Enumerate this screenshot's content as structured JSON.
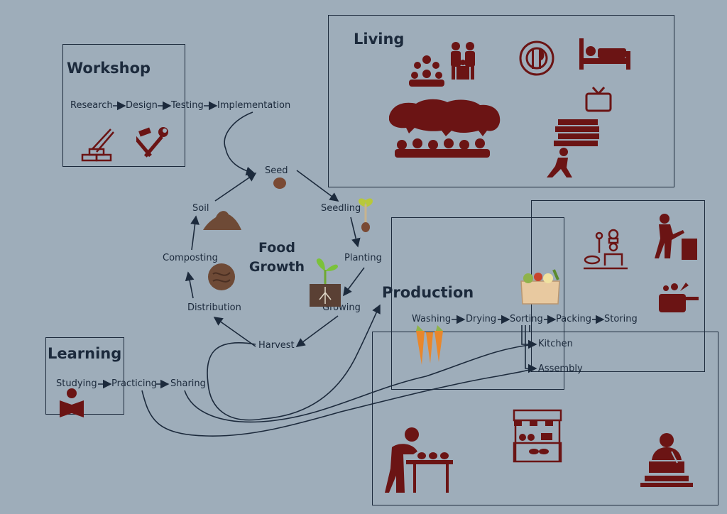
{
  "workshop": {
    "title": "Workshop",
    "steps": [
      "Research",
      "Design",
      "Testing",
      "Implementation"
    ]
  },
  "living": {
    "title": "Living"
  },
  "learning": {
    "title": "Learning",
    "steps": [
      "Studying",
      "Practicing",
      "Sharing"
    ]
  },
  "cycle": {
    "title_line1": "Food",
    "title_line2": "Growth",
    "stages": [
      "Seed",
      "Seedling",
      "Planting",
      "Growing",
      "Harvest",
      "Distribution",
      "Composting",
      "Soil"
    ]
  },
  "production": {
    "title": "Production",
    "steps": [
      "Washing",
      "Drying",
      "Sorting",
      "Packing",
      "Storing"
    ],
    "branches": [
      "Kitchen",
      "Assembly"
    ]
  },
  "colors": {
    "background": "#9eadba",
    "ink": "#1c2a3c",
    "icon": "#6b1414"
  }
}
